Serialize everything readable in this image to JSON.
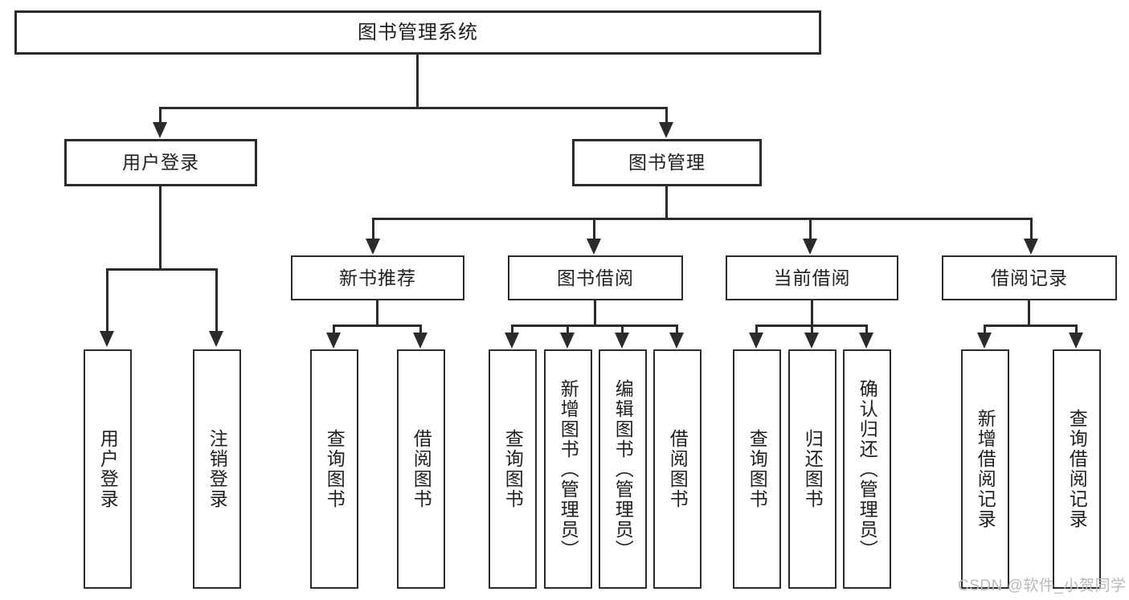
{
  "diagram": {
    "type": "tree",
    "title": "图书管理系统",
    "root": {
      "label": "图书管理系统"
    },
    "level1": [
      {
        "label": "用户登录"
      },
      {
        "label": "图书管理"
      }
    ],
    "level2": [
      {
        "label": "新书推荐"
      },
      {
        "label": "图书借阅"
      },
      {
        "label": "当前借阅"
      },
      {
        "label": "借阅记录"
      }
    ],
    "leaves": {
      "user_login": [
        {
          "label": "用户登录"
        },
        {
          "label": "注销登录"
        }
      ],
      "new_book_recommend": [
        {
          "label": "查询图书"
        },
        {
          "label": "借阅图书"
        }
      ],
      "book_borrow": [
        {
          "label": "查询图书"
        },
        {
          "label": "新增图书（管理员）"
        },
        {
          "label": "编辑图书（管理员）"
        },
        {
          "label": "借阅图书"
        }
      ],
      "current_borrow": [
        {
          "label": "查询图书"
        },
        {
          "label": "归还图书"
        },
        {
          "label": "确认归还（管理员）"
        }
      ],
      "borrow_record": [
        {
          "label": "新增借阅记录"
        },
        {
          "label": "查询借阅记录"
        }
      ]
    }
  },
  "watermark": {
    "text": "CSDN @软件_小贺同学"
  },
  "colors": {
    "stroke": "#2b2b2b",
    "background": "#ffffff",
    "text": "#1f1f1f",
    "watermark": "#b9b9b9"
  }
}
